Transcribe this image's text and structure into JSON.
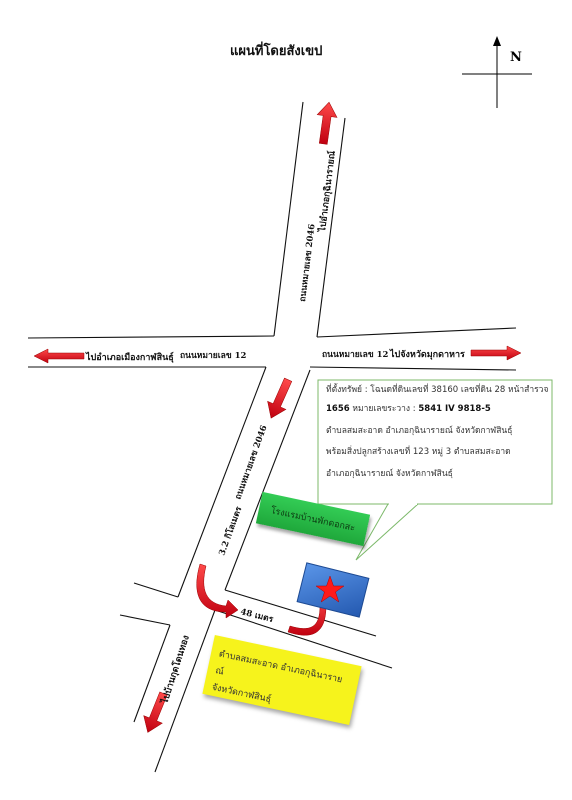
{
  "map": {
    "title": "แผนที่โดยสังเขป",
    "north_label": "N",
    "roads": {
      "route_2046_top": "ถนนหมายเลข 2046",
      "route_2046_bottom": "ถนนหมายเลข 2046",
      "route_12_left": "ถนนหมายเลข 12",
      "route_12_right": "ถนนหมายเลข 12"
    },
    "destinations": {
      "north": "ไปอำเภอกุฉินารายณ์",
      "west": "ไปอำเภอเมืองกาฬสินธุ์",
      "east": "ไปจังหวัดมุกดาหาร",
      "south": "ไปบ้านกุดโดนทอง"
    },
    "distances": {
      "km": "3.2 กิโลเมตร",
      "meters": "48 เมตร"
    },
    "property_info": {
      "line1": "ที่ตั้งทรัพย์ : โฉนดที่ดินเลขที่ 38160 เลขที่ดิน 28 หน้าสำรวจ",
      "line2_a": "1656",
      "line2_b": " หมายเลขระวาง : ",
      "line2_c": "5841 IV 9818-5",
      "line3": "ตำบลสมสะอาด อำเภอกุฉินารายณ์ จังหวัดกาฬสินธุ์",
      "line4": "พร้อมสิ่งปลูกสร้างเลขที่ 123 หมู่ 3 ตำบลสมสะอาด",
      "line5": "อำเภอกุฉินารายณ์ จังหวัดกาฬสินธุ์"
    },
    "landmark_green": "โรงแรมบ้านพักดอกสะ",
    "area_note": {
      "line1": "ตำบลสมสะอาด อำเภอกุฉินารายณ์",
      "line2": "จังหวัดกาฬสินธุ์"
    },
    "colors": {
      "arrow_red": "#e0121b",
      "info_border": "#7cb96a",
      "marker_blue": "#3a78d6",
      "star_red": "#ff1a1a",
      "landmark_green": "#2bbf4a",
      "note_yellow": "#f6f31c"
    }
  }
}
